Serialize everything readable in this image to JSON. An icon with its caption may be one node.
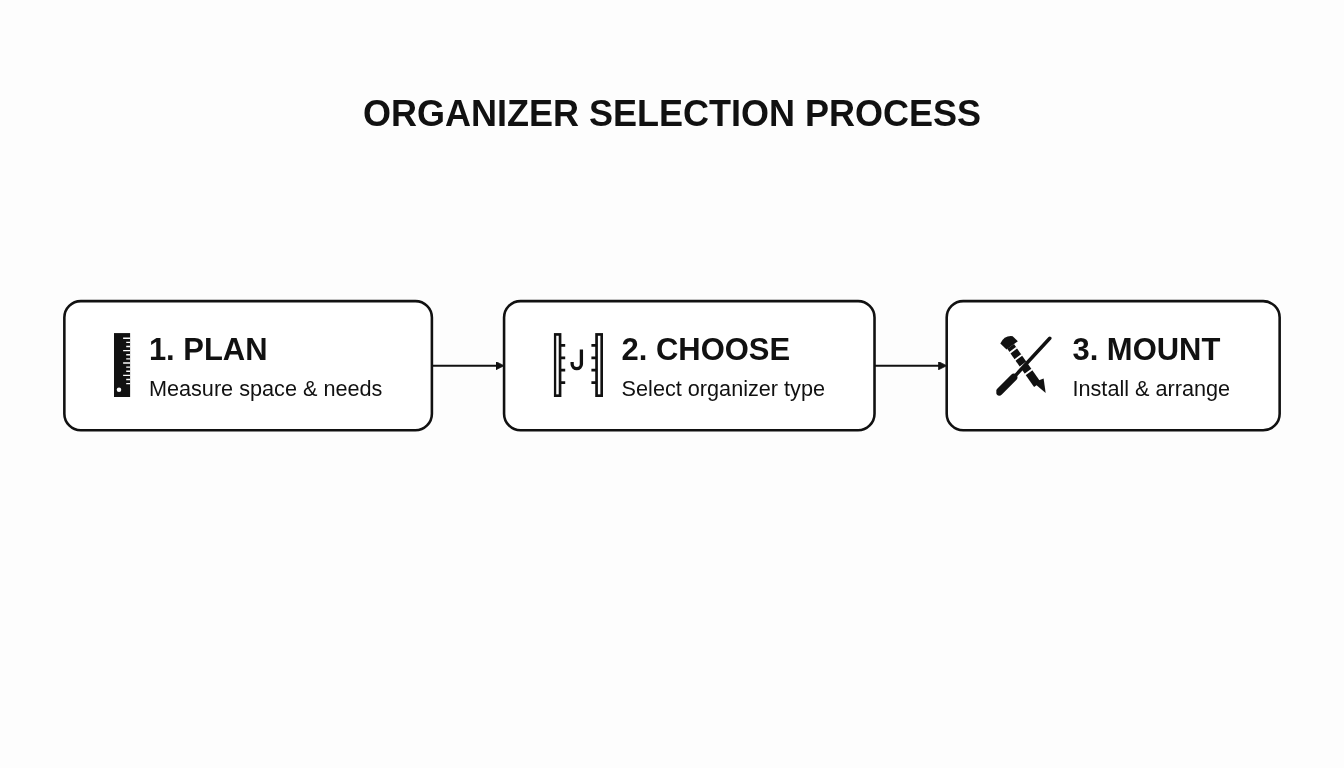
{
  "diagram": {
    "title": "ORGANIZER SELECTION PROCESS",
    "nodes": [
      {
        "text": [
          "1. PLAN",
          "Measure space & needs"
        ]
      },
      {
        "text": [
          "2. CHOOSE",
          "Select organizer type"
        ]
      },
      {
        "text": [
          "3. MOUNT",
          "Install & arrange"
        ]
      }
    ],
    "edges": [
      {
        "from": 0,
        "to": 1,
        "arrow": "to"
      },
      {
        "from": 1,
        "to": 2,
        "arrow": "to"
      }
    ]
  }
}
